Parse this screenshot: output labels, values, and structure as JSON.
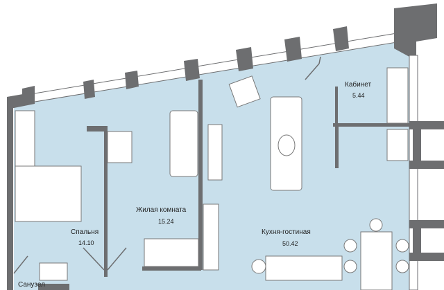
{
  "rooms": [
    {
      "name": "Кабинет",
      "area": "5.44"
    },
    {
      "name": "Жилая комната",
      "area": "15.24"
    },
    {
      "name": "Спальня",
      "area": "14.10"
    },
    {
      "name": "Кухня-гостиная",
      "area": "50.42"
    },
    {
      "name": "Санузел"
    }
  ],
  "colors": {
    "floor": "#c8dfeb",
    "wall": "#6d6e70",
    "furniture": "#ffffff"
  }
}
